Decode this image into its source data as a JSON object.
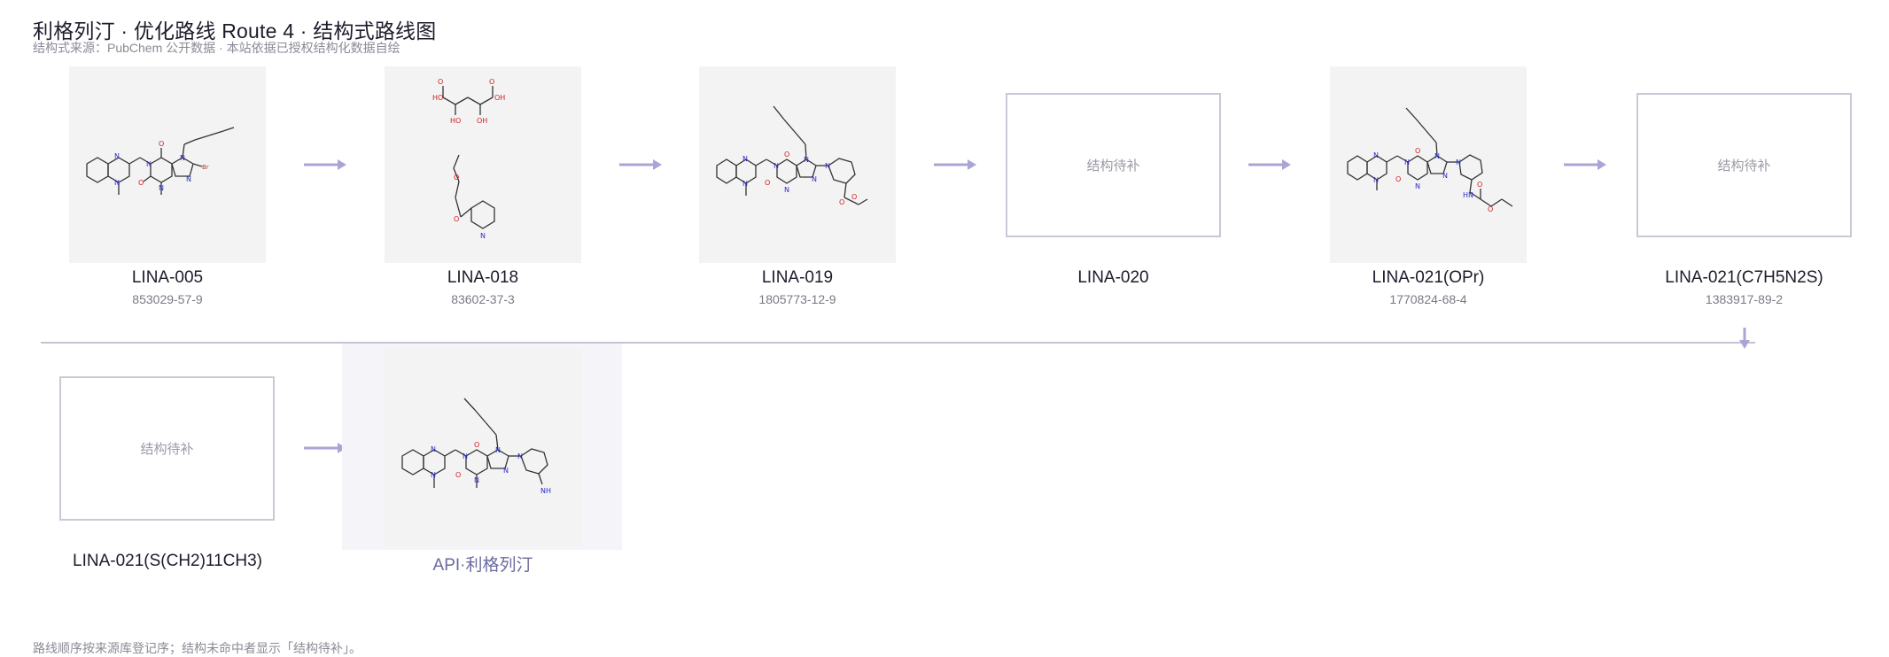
{
  "header": {
    "title": "利格列汀 · 优化路线 Route 4 · 结构式路线图",
    "subtitle": "结构式来源：PubChem 公开数据 · 本站依据已授权结构化数据自绘"
  },
  "steps": [
    {
      "id": "LINA-005",
      "cas": "853029-57-9",
      "has_structure": true,
      "structure_icon": "quinazoline-xanthine-bromo-molecule-icon"
    },
    {
      "id": "LINA-018",
      "cas": "83602-37-3",
      "has_structure": true,
      "structure_icon": "tartrate-salt-piperidine-ester-molecule-icon"
    },
    {
      "id": "LINA-019",
      "cas": "1805773-12-9",
      "has_structure": true,
      "structure_icon": "xanthine-piperidine-ester-molecule-icon"
    },
    {
      "id": "LINA-020",
      "cas": "",
      "has_structure": false,
      "placeholder": "结构待补"
    },
    {
      "id": "LINA-021(OPr)",
      "cas": "1770824-68-4",
      "has_structure": true,
      "structure_icon": "xanthine-piperidine-carbamate-molecule-icon"
    },
    {
      "id": "LINA-021(C7H5N2S)",
      "cas": "1383917-89-2",
      "has_structure": false,
      "placeholder": "结构待补"
    },
    {
      "id": "LINA-021(S(CH2)11CH3)",
      "cas": "",
      "has_structure": false,
      "placeholder": "结构待补"
    },
    {
      "id": "API·利格列汀",
      "cas": "",
      "has_structure": true,
      "is_api": true,
      "structure_icon": "linagliptin-molecule-icon"
    }
  ],
  "footnote": "路线顺序按来源库登记序；结构未命中者显示「结构待补」。",
  "colors": {
    "arrow": "#a9a6d6",
    "structure_bg": "#f3f3f3",
    "api_panel_bg": "#f4f4f9",
    "api_label": "#6a6aa0",
    "nitrogen": "#2a2acc",
    "oxygen": "#cc1f1f",
    "bond": "#333333"
  }
}
